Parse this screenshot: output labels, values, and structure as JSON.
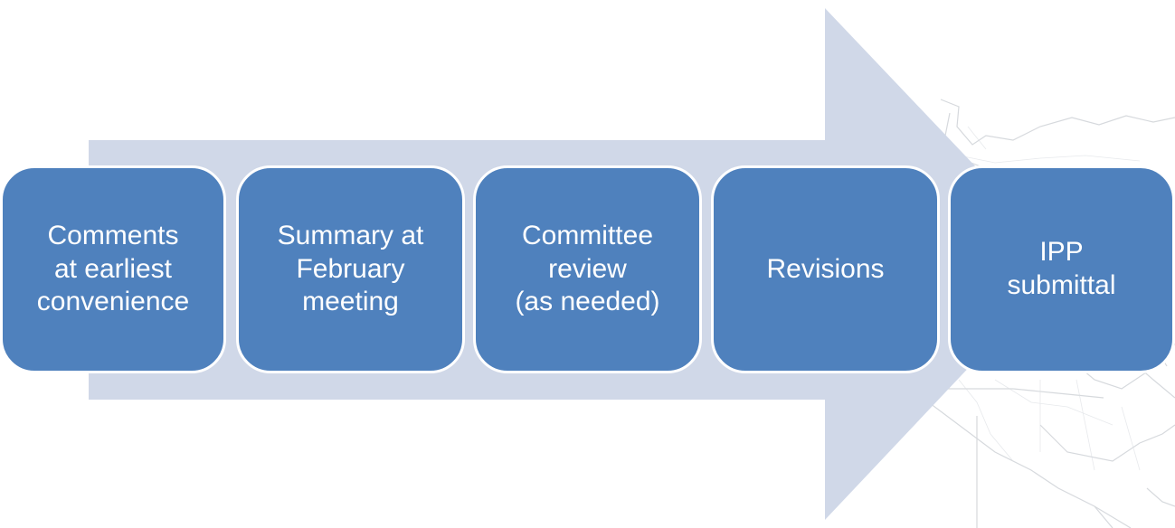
{
  "diagram": {
    "type": "process-arrow",
    "colors": {
      "arrow_fill": "#d0d8e8",
      "box_fill": "#4f81bd",
      "box_border": "#ffffff",
      "text": "#ffffff"
    },
    "steps": [
      {
        "label": "Comments\nat earliest\nconvenience"
      },
      {
        "label": "Summary at\nFebruary\nmeeting"
      },
      {
        "label": "Committee\nreview\n(as needed)"
      },
      {
        "label": "Revisions"
      },
      {
        "label": "IPP\nsubmittal"
      }
    ]
  }
}
